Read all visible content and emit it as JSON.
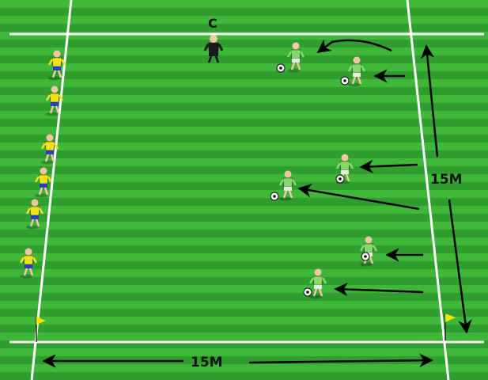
{
  "labels": {
    "coach": "C",
    "width_measure": "15M",
    "height_measure": "15M"
  },
  "colors": {
    "grass_light": "#3fb83a",
    "grass_dark": "#2f9e2f",
    "lines": "#ffffff",
    "arrows": "#000000",
    "flag": "#f5e400",
    "yellow_team_shirt": "#f0e21a",
    "yellow_team_shorts": "#2a39c8",
    "green_team_shirt": "#86d96b",
    "green_team_shorts": "#e8e8e8",
    "coach_kit": "#1a1a1a"
  },
  "players": {
    "yellow_team_count": 6,
    "green_team_count": 6,
    "coach_count": 1,
    "balls": 6
  }
}
